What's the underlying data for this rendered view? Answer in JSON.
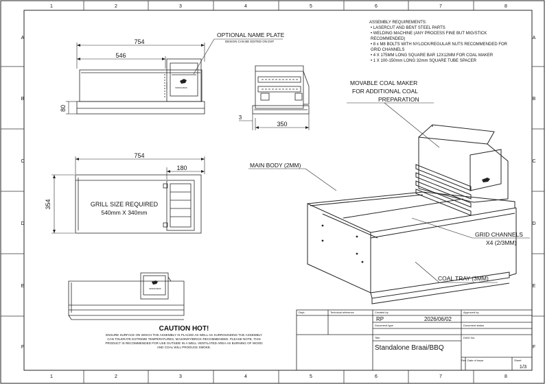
{
  "grid": {
    "columns": [
      "1",
      "2",
      "3",
      "4",
      "5",
      "6",
      "7",
      "8"
    ],
    "rows": [
      "A",
      "B",
      "C",
      "D",
      "E",
      "F"
    ]
  },
  "callouts": {
    "name_plate_title": "OPTIONAL NAME PLATE",
    "name_plate_sub": "DESIGN CAN BE EDITED ON DXF",
    "coal_maker_1": "MOVABLE COAL MAKER",
    "coal_maker_2": "FOR ADDITIONAL COAL",
    "coal_maker_3": "PREPARATION",
    "main_body": "MAIN BODY (2MM)",
    "grid_channels_1": "GRID CHANNELS",
    "grid_channels_2": "X4 (2/3MM)",
    "coal_tray": "COAL TRAY (3MM)",
    "grill_size_1": "GRILL SIZE REQUIRED",
    "grill_size_2": "540mm X 340mm",
    "plate_text": "SPRINGBOK"
  },
  "dimensions": {
    "front_overall": "754",
    "front_inner": "546",
    "front_height": "80",
    "side_offset": "3",
    "side_width": "350",
    "top_overall": "754",
    "top_coal": "180",
    "top_depth": "354"
  },
  "requirements": {
    "title": "ASSEMBLY REQUIREMENTS:",
    "lines": [
      "•   LASERCUT AND BENT STEEL PARTS",
      "•   WELDING MACHINE (ANY PROCESS FINE BUT MIG/STICK",
      "     RECOMMENDED)",
      "•   8 x M8 BOLTS WITH NYLOCK/REGULAR  NUTS RECOMMENDED FOR",
      "     GRID CHANNELS",
      "•   4 X 175MM LONG SQUARE BAR 12X12MM FOR COAL MAKER",
      "•   1 X 100-150mm LONG 32mm SQUARE TUBE SPACER"
    ]
  },
  "caution": {
    "title": "CAUTION HOT!",
    "lines": [
      "ENSURE SURFACE ON WHICH THE ASSEMBLY IS PLACED AS WELL AS SURROUNDING THE ASSEMBLY",
      "CAN TOLERATE EXTREME TEMPERATURES, MASONRY/BRICK RECOMMENDED. PLEASE NOTE, THIS",
      "PRODUCT IS RECOMMENDED FOR USE OUTSIDE IN A WELL VENTILATED AREA AS BURNING OF WOOD",
      "AND COAL WILL PRODUCE SMOKE."
    ]
  },
  "title_block": {
    "dept_label": "Dept.",
    "tech_ref_label": "Technical reference",
    "created_by_label": "Created by",
    "created_by": "RP",
    "date": "2026/06/02",
    "approved_label": "Approved by",
    "doc_type_label": "Document type",
    "doc_status_label": "Document status",
    "title_label": "Title",
    "title": "Standalone Braai/BBQ",
    "dwg_label": "DWG No.",
    "rev_label": "Rev.",
    "issue_label": "Date of issue",
    "sheet_label": "Sheet",
    "sheet": "1/3"
  }
}
